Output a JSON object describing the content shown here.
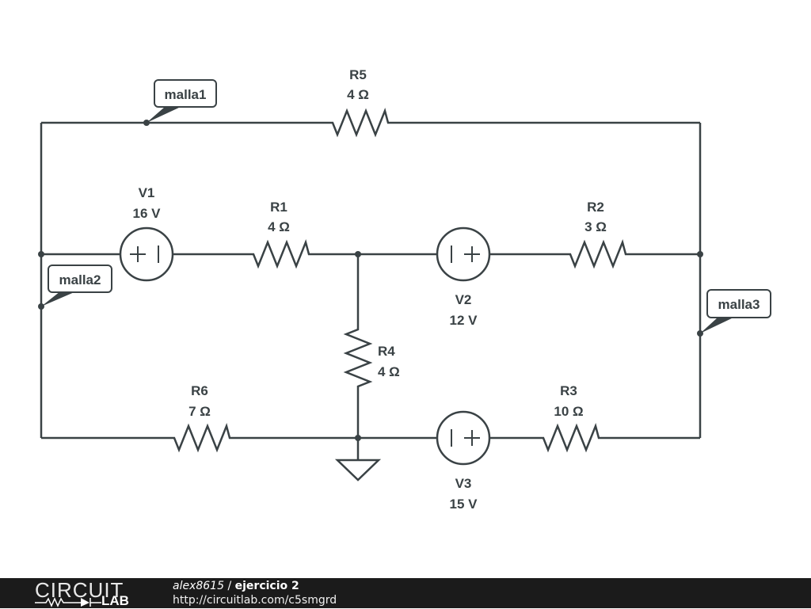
{
  "colors": {
    "wire": "#3a4245",
    "footer_bg": "#1b1b1b",
    "footer_text": "#ffffff"
  },
  "components": {
    "R1": {
      "name": "R1",
      "value": "4 Ω"
    },
    "R2": {
      "name": "R2",
      "value": "3 Ω"
    },
    "R3": {
      "name": "R3",
      "value": "10 Ω"
    },
    "R4": {
      "name": "R4",
      "value": "4 Ω"
    },
    "R5": {
      "name": "R5",
      "value": "4 Ω"
    },
    "R6": {
      "name": "R6",
      "value": "7 Ω"
    },
    "V1": {
      "name": "V1",
      "value": "16 V",
      "polarity": "+ |"
    },
    "V2": {
      "name": "V2",
      "value": "12 V",
      "polarity": "| +"
    },
    "V3": {
      "name": "V3",
      "value": "15 V",
      "polarity": "| +"
    }
  },
  "net_labels": {
    "malla1": "malla1",
    "malla2": "malla2",
    "malla3": "malla3"
  },
  "footer": {
    "logo_top": "CIRCUIT",
    "logo_bottom": "LAB",
    "user": "alex8615",
    "separator": " / ",
    "title": "ejercicio 2",
    "url": "http://circuitlab.com/c5smgrd"
  }
}
